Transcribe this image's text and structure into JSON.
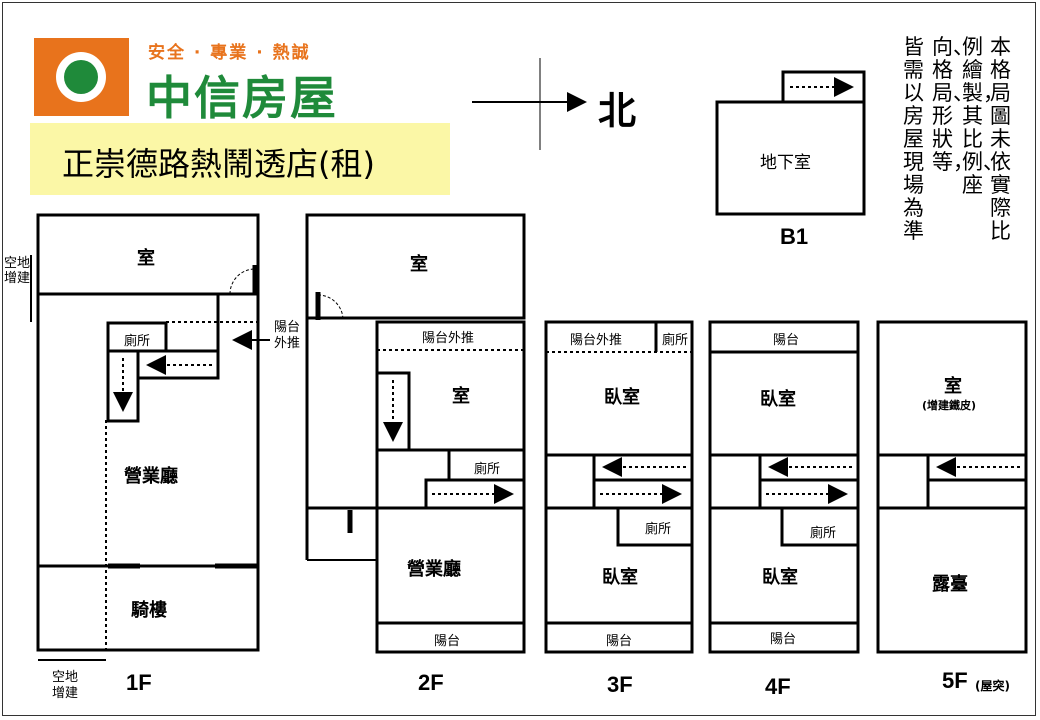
{
  "logo": {
    "slogan": "安全 · 專業 · 熱誠",
    "brand": "中信房屋"
  },
  "store_title": "正崇德路熱鬧透店(租)",
  "compass": {
    "north": "北"
  },
  "notice": {
    "col1": "本格局圖未依實際比",
    "col2": "例繪製，其比例、座",
    "col3": "向、格局、形狀等，",
    "col4": "皆需以房屋現場為準"
  },
  "floors": {
    "b1": {
      "name": "B1",
      "room": "地下室"
    },
    "f1": {
      "name": "1F",
      "room_top": "室",
      "restroom": "廁所",
      "hall": "營業廳",
      "arcade": "騎樓",
      "side_note": "空地增建",
      "bottom_note": "空地增建",
      "balcony_arrow": "陽台外推"
    },
    "f2": {
      "name": "2F",
      "room_top": "室",
      "balcony_ext": "陽台外推",
      "room_mid": "室",
      "restroom": "廁所",
      "hall": "營業廳",
      "balcony": "陽台"
    },
    "f3": {
      "name": "3F",
      "balcony_ext": "陽台外推",
      "restroom_top": "廁所",
      "bedroom_top": "臥室",
      "restroom": "廁所",
      "bedroom_bottom": "臥室",
      "balcony": "陽台"
    },
    "f4": {
      "name": "4F",
      "balcony_top": "陽台",
      "bedroom_top": "臥室",
      "restroom": "廁所",
      "bedroom_bottom": "臥室",
      "balcony": "陽台"
    },
    "f5": {
      "name": "5F",
      "name_suffix": "(屋突)",
      "room": "室",
      "room_note": "(增建鐵皮)",
      "terrace": "露臺"
    }
  }
}
